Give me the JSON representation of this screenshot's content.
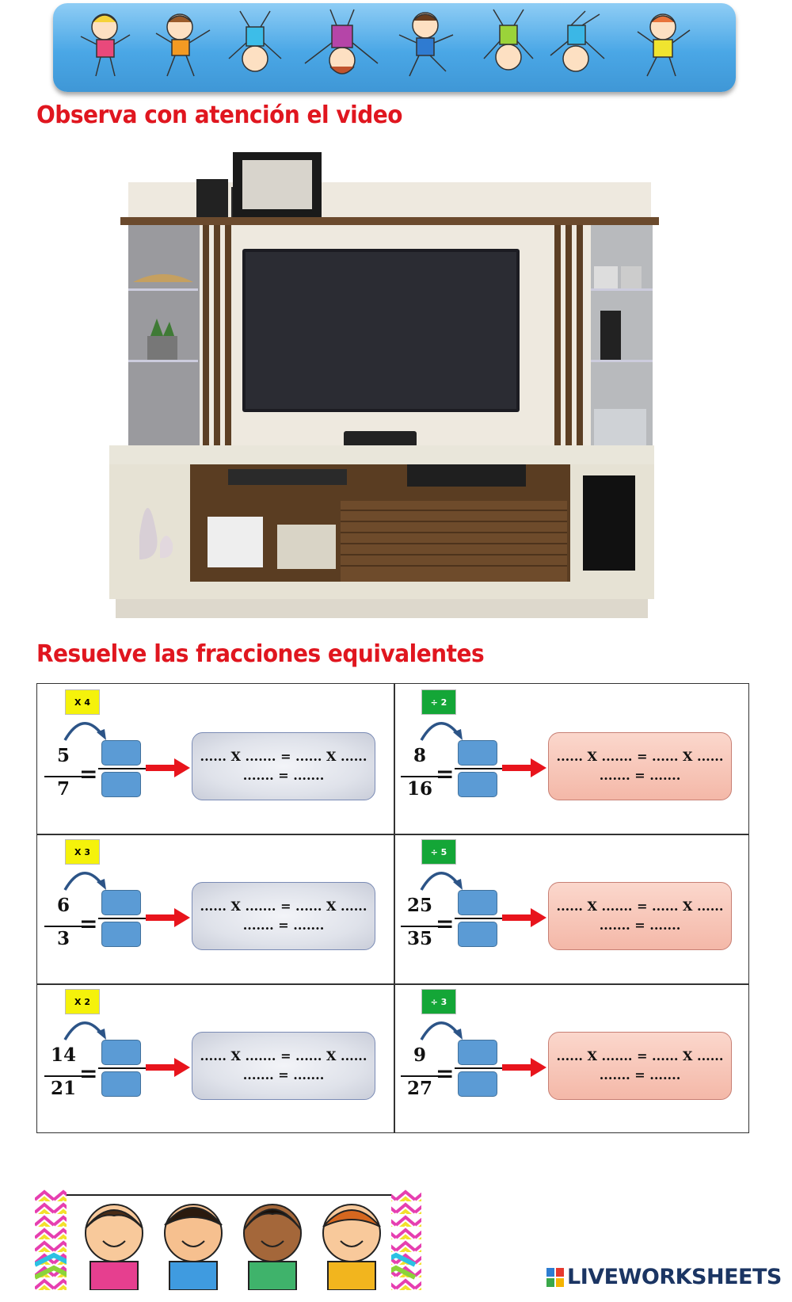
{
  "titles": {
    "observe": "Observa con atención el video",
    "solve": "Resuelve las fracciones equivalentes"
  },
  "colors": {
    "title_red": "#e0161f",
    "answer_blue": "#5b9bd5",
    "badge_yellow": "#f5f20b",
    "badge_green": "#14a637"
  },
  "exercises": [
    {
      "badge": "X 4",
      "badge_color": "yellow",
      "numerator": "5",
      "denominator": "7",
      "line1": "...... X ....... = ...... X ......",
      "line2": "....... = .......",
      "box": "gray"
    },
    {
      "badge": "÷ 2",
      "badge_color": "green",
      "numerator": "8",
      "denominator": "16",
      "line1": "...... X ....... = ...... X ......",
      "line2": "....... = .......",
      "box": "pink"
    },
    {
      "badge": "X 3",
      "badge_color": "yellow",
      "numerator": "6",
      "denominator": "3",
      "line1": "...... X ....... = ...... X ......",
      "line2": "....... = .......",
      "box": "gray"
    },
    {
      "badge": "÷ 5",
      "badge_color": "green",
      "numerator": "25",
      "denominator": "35",
      "line1": "...... X ....... = ...... X ......",
      "line2": "....... = .......",
      "box": "pink"
    },
    {
      "badge": "X 2",
      "badge_color": "yellow",
      "numerator": "14",
      "denominator": "21",
      "line1": "...... X ....... = ...... X ......",
      "line2": "....... = .......",
      "box": "gray"
    },
    {
      "badge": "÷ 3",
      "badge_color": "green",
      "numerator": "9",
      "denominator": "27",
      "line1": "...... X ....... = ...... X ......",
      "line2": "....... = .......",
      "box": "pink"
    }
  ],
  "footer": {
    "logo_text": "LIVEWORKSHEETS"
  }
}
